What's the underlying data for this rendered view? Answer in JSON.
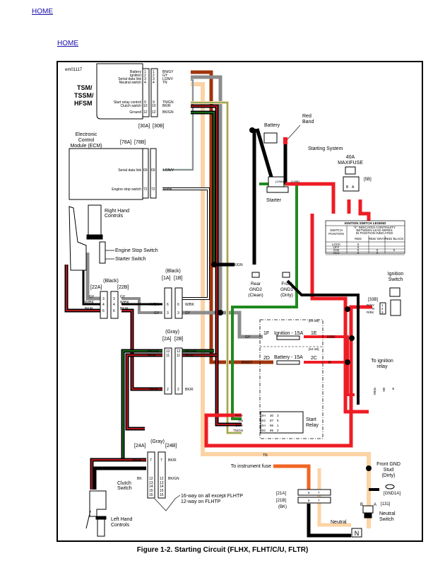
{
  "nav": {
    "home_top": "HOME",
    "home_second": "HOME"
  },
  "figure": {
    "id": "em01117",
    "caption": "Figure 1-2. Starting Circuit (FLHX, FLHT/C/U, FLTR)",
    "tsm": {
      "title_lines": [
        "TSM/",
        "TSSM/",
        "HFSM"
      ],
      "connectors": [
        "[30A]",
        "[30B]"
      ],
      "pins": [
        {
          "label": "Battery",
          "pin": "1",
          "wire": "BN/GY"
        },
        {
          "label": "Ignition",
          "pin": "2",
          "wire": "GY"
        },
        {
          "label": "Serial data link",
          "pin": "3",
          "wire": "LGN/V"
        },
        {
          "label": "Neutral switch",
          "pin": "4",
          "wire": "TN"
        },
        {
          "label": "Start relay control",
          "pin": "9",
          "wire": "TN/GN"
        },
        {
          "label": "Clutch switch",
          "pin": "10",
          "wire": "BK/R"
        },
        {
          "label": "Ground",
          "pin": "12",
          "wire": "BK/GN"
        }
      ]
    },
    "ecm": {
      "title_lines": [
        "Electronic",
        "Control",
        "Module (ECM)"
      ],
      "connectors": [
        "[78A]",
        "[78B]"
      ],
      "pins": [
        {
          "label": "Serial data link",
          "pin": "69",
          "wire": "LGN/V"
        },
        {
          "label": "Engine stop switch",
          "pin": "72",
          "wire": "W/BK"
        }
      ]
    },
    "right_hand": {
      "title_lines": [
        "Right Hand",
        "Controls"
      ],
      "engine_stop": "Engine Stop Switch",
      "starter_switch": "Starter Switch"
    },
    "conn22": {
      "color": "(Black)",
      "connectors": [
        "[22A]",
        "[22B]"
      ],
      "pins": [
        {
          "pin": "3",
          "wire": "GY"
        },
        {
          "pin": "4",
          "wire": "W/BK"
        },
        {
          "pin": "6",
          "wire": "BK/R"
        }
      ]
    },
    "conn1": {
      "color": "(Black)",
      "connectors": [
        "[1A]",
        "[1B]"
      ],
      "pins": [
        {
          "pin": "6",
          "wire": "W/BK"
        },
        {
          "pin": "3",
          "wire": "GY"
        }
      ]
    },
    "conn2": {
      "color": "(Gray)",
      "connectors": [
        "[2A]",
        "[2B]"
      ],
      "pins": [
        {
          "pin": "12",
          "wire": "BK/GN"
        },
        {
          "pin": "11",
          "wire": "BK/R"
        },
        {
          "pin": "2",
          "wire": "BK/R"
        }
      ]
    },
    "conn24": {
      "color": "(Gray)",
      "connectors": [
        "[24A]",
        "[24B]"
      ],
      "pins": [
        {
          "pin": "7",
          "wire_a": "BK/R",
          "wire_b": "BK/R"
        },
        {
          "pin": "12",
          "wire_a": "BK",
          "wire_b": "BK/GN"
        }
      ],
      "extra_pins": [
        "13",
        "14",
        "15",
        "16"
      ],
      "note_lines": [
        "16-way on all except FLHTP",
        "12-way on FLHTP"
      ]
    },
    "left_hand": {
      "title_lines": [
        "Left Hand",
        "Controls"
      ],
      "clutch_lines": [
        "Clutch",
        "Switch"
      ]
    },
    "battery": {
      "label": "Battery",
      "red_band_lines": [
        "Red",
        "Band"
      ],
      "wire": "BK"
    },
    "starter": {
      "label": "Starter",
      "connectors": [
        "[128A]",
        "[128B]"
      ],
      "wire_gn": "GN",
      "wire_bk": "BK"
    },
    "starting_system": "Starting System",
    "maxifuse": {
      "title_lines": [
        "40A",
        "MAXIFUSE"
      ],
      "connector": "[5B]",
      "pins": [
        "B",
        "A"
      ],
      "wires": [
        "R",
        "R"
      ]
    },
    "legend": {
      "title": "IGNITION SWITCH LEGEND",
      "header_position": [
        "SWITCH",
        "POSITION"
      ],
      "header_note": [
        "\"X\" INDICATES CONTINUITY",
        "BETWEEN LEAD WIRES",
        "IN POSITION INDICATED"
      ],
      "columns": [
        "RED",
        "RED/ GRAY",
        "RED/ BLACK"
      ],
      "rows": [
        {
          "position": "LOCK",
          "values": [
            "X",
            "",
            ""
          ]
        },
        {
          "position": "OFF",
          "values": [
            "X",
            "",
            ""
          ]
        },
        {
          "position": "IGN",
          "values": [
            "X",
            "X",
            "X"
          ]
        },
        {
          "position": "ACC",
          "values": [
            "X",
            "X",
            ""
          ]
        }
      ]
    },
    "grounds": {
      "rear": [
        "Rear",
        "GND2",
        "(Clean)"
      ],
      "front": [
        "Front",
        "GND1",
        "(Dirty)"
      ],
      "splice_wire": "BK/GN"
    },
    "ignition_switch": {
      "title_lines": [
        "Ignition",
        "Switch"
      ],
      "connector": "[33B]",
      "pins": [
        {
          "pin": "1",
          "wire": "R/GY"
        },
        {
          "pin": "2",
          "wire": "R"
        },
        {
          "pin": "3",
          "wire": "R/BK"
        }
      ]
    },
    "fuse_block": {
      "ign": {
        "ref": "[64-2B]",
        "in": "1F",
        "label": "Ignition - 15A",
        "out": "1E",
        "wire_in": "GY",
        "wire_out": "R/BK"
      },
      "bat": {
        "ref": "[64-1B]",
        "in": "2D",
        "label": "Battery - 15A",
        "out": "2C",
        "wire_in": "BN/GY",
        "wire_out": "R"
      }
    },
    "ign_relay": {
      "title_lines": [
        "To ignition",
        "relay"
      ],
      "wires": [
        "R/BK",
        "BK",
        "R"
      ]
    },
    "start_relay": {
      "title_lines": [
        "Start",
        "Relay"
      ],
      "rows": [
        {
          "wire": "R/GY",
          "cav": "3H",
          "term": "30",
          "pin": "3"
        },
        {
          "wire": "GN",
          "cav": "4G",
          "term": "87",
          "pin": "5"
        },
        {
          "wire": "BK/R",
          "cav": "4H",
          "term": "86",
          "pin": "1"
        },
        {
          "wire": "TN/GN",
          "cav": "3G",
          "term": "85",
          "pin": "2"
        }
      ]
    },
    "tn_label": "TN",
    "instrument_fuse": "To instrument fuse",
    "conn21": {
      "connectors": [
        "[21A]",
        "[21B]"
      ],
      "color": "(BK)",
      "pins": [
        "6",
        "7"
      ],
      "wires_top": [
        "O",
        "TN"
      ],
      "wires_bottom": [
        "BK",
        "TN"
      ]
    },
    "front_gnd_stud": {
      "title_lines": [
        "Front GND",
        "Stud",
        "(Dirty)"
      ],
      "connector": "[GND1A]"
    },
    "neutral_switch": {
      "title_lines": [
        "Neutral",
        "Switch"
      ],
      "connector": "[131]",
      "pins": [
        "B",
        "A"
      ],
      "wire": "TN"
    },
    "neutral_label": "Neutral",
    "neutral_indicator": "N"
  },
  "colors": {
    "red": "#ee1c24",
    "black": "#000000",
    "gray": "#8c8c8c",
    "brown": "#a0350e",
    "tan": "#fcd3a4",
    "green": "#1f8a1f",
    "lightgreen": "#b8eeb0",
    "violet": "#6a2c91",
    "orange": "#f26522",
    "link": "#1a0dab"
  }
}
